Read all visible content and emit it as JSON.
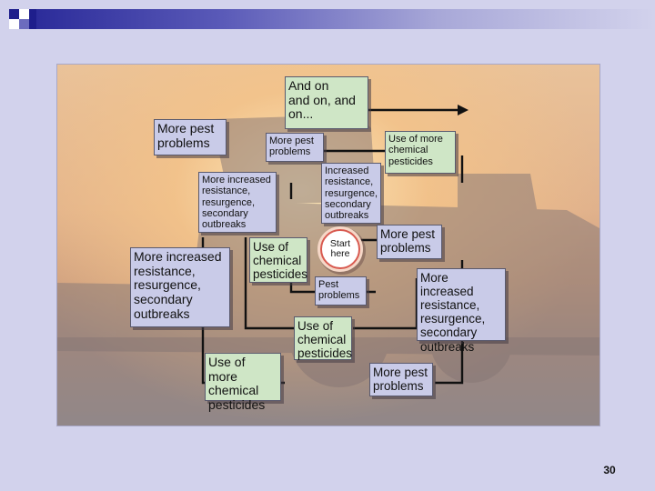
{
  "slide": {
    "page_number": "30"
  },
  "diagram": {
    "start_label": "Start\nhere",
    "boxes": {
      "and_on": "And on\nand on, and\non...",
      "more_pest_outer": "More pest\nproblems",
      "more_pest_top": "More pest\nproblems",
      "use_more_chem_top": "Use of more\nchemical\npesticides",
      "more_incr_topleft": "More increased\nresistance,\nresurgence,\nsecondary\noutbreaks",
      "incr_inner": "Increased\nresistance,\nresurgence,\nsecondary\noutbreaks",
      "more_incr_left": "More increased\nresistance,\nresurgence,\nsecondary\noutbreaks",
      "use_chem_inner": "Use of\nchemical\npesticides",
      "more_pest_right": "More pest\nproblems",
      "pest_problems": "Pest\nproblems",
      "more_incr_right": "More increased\nresistance,\nresurgence,\nsecondary\noutbreaks",
      "use_chem_bottom": "Use of\nchemical\npesticides",
      "use_more_chem_bottom": "Use of more\nchemical\npesticides",
      "more_pest_bottom": "More pest\nproblems"
    }
  },
  "colors": {
    "blue_box": "#c9cbe8",
    "green_box": "#cfe6c6",
    "start_ring": "#d85a50",
    "background": "#d2d2ec"
  }
}
